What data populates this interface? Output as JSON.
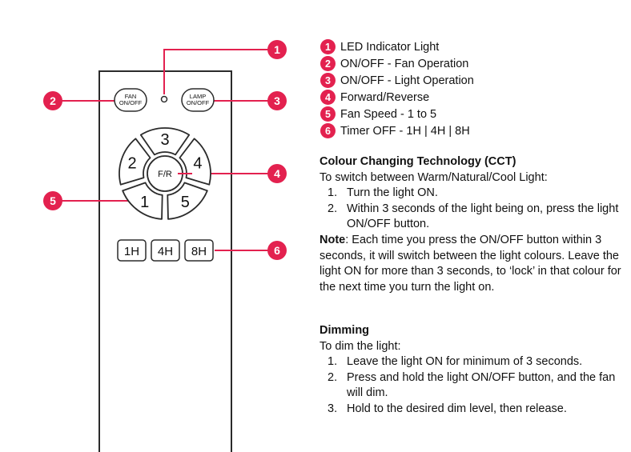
{
  "legend": [
    {
      "num": "1",
      "label": "LED Indicator Light"
    },
    {
      "num": "2",
      "label": "ON/OFF - Fan Operation"
    },
    {
      "num": "3",
      "label": "ON/OFF - Light Operation"
    },
    {
      "num": "4",
      "label": "Forward/Reverse"
    },
    {
      "num": "5",
      "label": "Fan Speed - 1 to 5"
    },
    {
      "num": "6",
      "label": "Timer OFF - 1H | 4H | 8H"
    }
  ],
  "remote": {
    "fan_line1": "FAN",
    "fan_line2": "ON/OFF",
    "lamp_line1": "LAMP",
    "lamp_line2": "ON/OFF",
    "speed_1": "1",
    "speed_2": "2",
    "speed_3": "3",
    "speed_4": "4",
    "speed_5": "5",
    "fr": "F/R",
    "timer_1h": "1H",
    "timer_4h": "4H",
    "timer_8h": "8H"
  },
  "callouts": {
    "c1": "1",
    "c2": "2",
    "c3": "3",
    "c4": "4",
    "c5": "5",
    "c6": "6"
  },
  "colors": {
    "accent": "#e3214f",
    "outline": "#2b2b2b"
  },
  "cct": {
    "title": "Colour Changing Technology (CCT)",
    "intro": "To switch between Warm/Natural/Cool Light:",
    "steps": [
      {
        "num": "1.",
        "text": "Turn the light ON."
      },
      {
        "num": "2.",
        "text": "Within 3 seconds of the light being on, press the light ON/OFF button."
      }
    ],
    "note_label": "Note",
    "note_text": ":  Each time you press the ON/OFF button within 3 seconds, it will switch between the light colours. Leave the light ON for more than 3 seconds, to ‘lock’ in that colour for the next time you turn the light on."
  },
  "dimming": {
    "title": "Dimming",
    "intro": "To dim the light:",
    "steps": [
      {
        "num": "1.",
        "text": "Leave the light ON for minimum of 3 seconds."
      },
      {
        "num": "2.",
        "text": "Press and hold the light ON/OFF button, and the fan will dim."
      },
      {
        "num": "3.",
        "text": "Hold to the desired dim level, then release."
      }
    ]
  }
}
